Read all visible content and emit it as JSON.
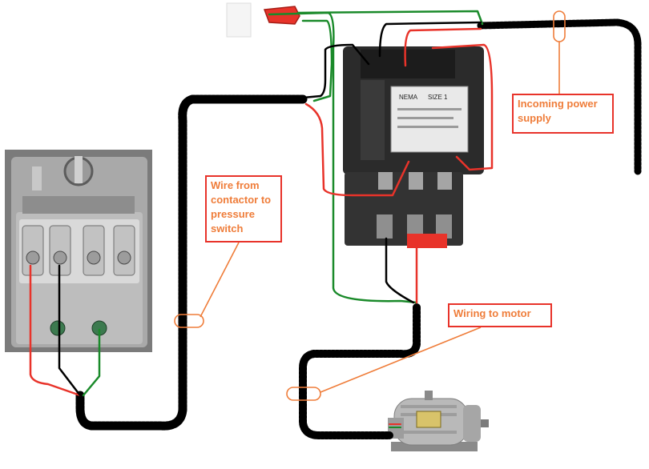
{
  "labels": {
    "incoming_power": "Incoming power supply",
    "wire_contactor": "Wire from contactor to pressure switch",
    "wiring_motor": "Wiring to motor"
  },
  "contactor_plate": {
    "brand": "NEMA",
    "size": "SIZE 1"
  },
  "colors": {
    "main_wire": "#000000",
    "hot_wire": "#e8332a",
    "ground_wire": "#1a8a2a",
    "callout_border": "#e8332a",
    "callout_text": "#ef7d3a",
    "leader_line": "#ef7d3a",
    "wire_nut": "#e8332a"
  }
}
